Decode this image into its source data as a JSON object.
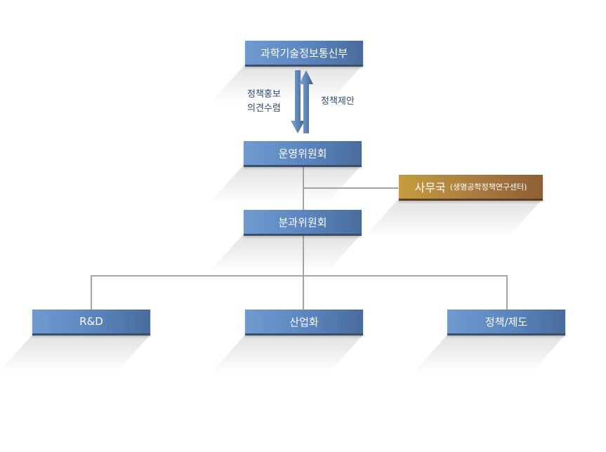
{
  "nodes": {
    "ministry": "과학기술정보통신부",
    "steering_committee": "운영위원회",
    "secretariat": "사무국",
    "secretariat_sub": "(생명공학정책연구센터)",
    "subcommittee": "분과위원회",
    "rnd": "R&D",
    "industrialization": "산업화",
    "policy": "정책/제도"
  },
  "arrow_labels": {
    "down_line1": "정책홍보",
    "down_line2": "의견수렴",
    "up": "정책제안"
  },
  "colors": {
    "box_blue": "#5a84bd",
    "box_brown": "#a87a40",
    "connector": "#a3a3a3",
    "arrow_label": "#2d4a6d"
  }
}
